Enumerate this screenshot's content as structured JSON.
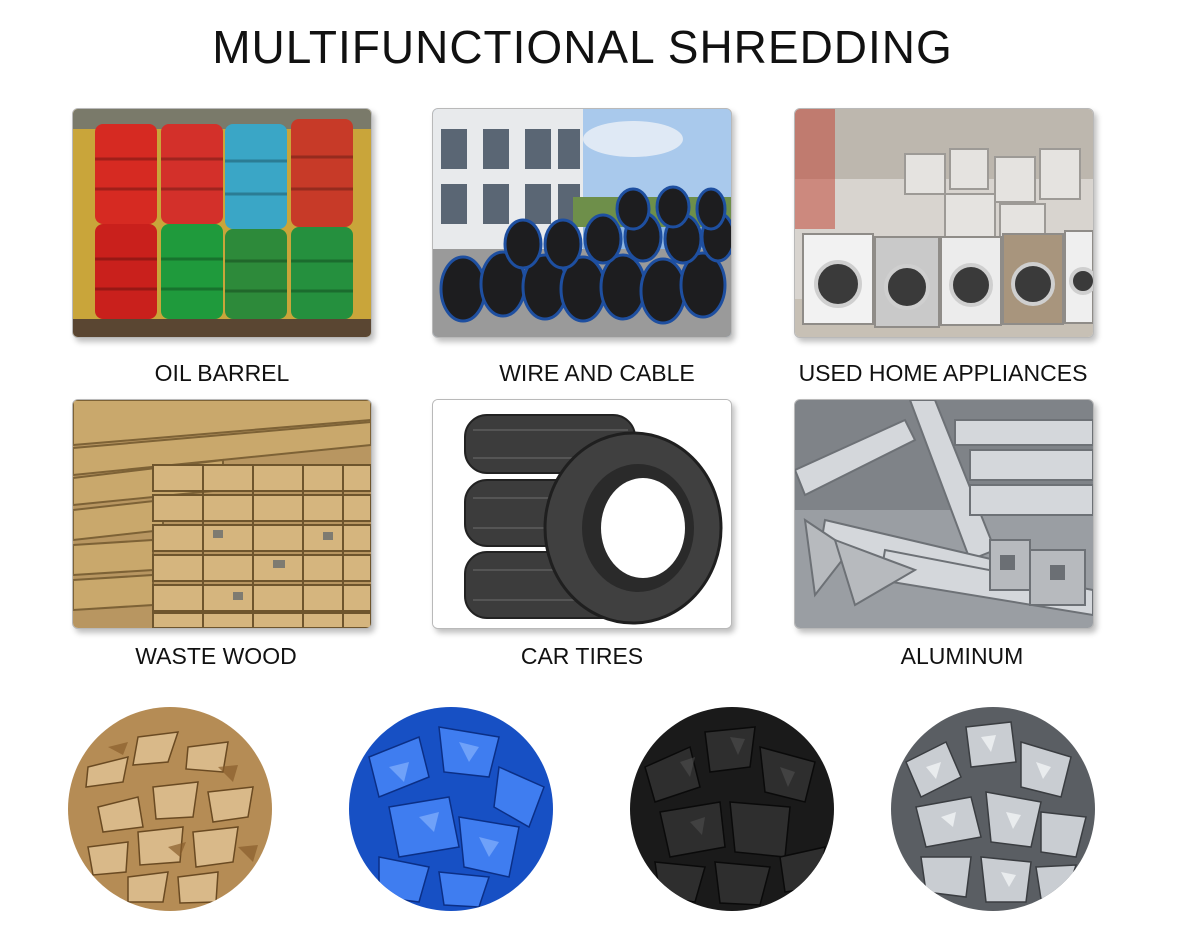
{
  "title": "MULTIFUNCTIONAL SHREDDING",
  "materials": [
    {
      "label": "OIL BARREL",
      "image": "oil-barrels-photo"
    },
    {
      "label": "WIRE AND CABLE",
      "image": "cable-reels-photo"
    },
    {
      "label": "USED HOME APPLIANCES",
      "image": "appliances-photo"
    },
    {
      "label": "WASTE WOOD",
      "image": "lumber-stack-photo"
    },
    {
      "label": "CAR TIRES",
      "image": "tires-photo"
    },
    {
      "label": "ALUMINUM",
      "image": "aluminum-profiles-photo"
    }
  ],
  "outputs": [
    {
      "image": "wood-chips-photo"
    },
    {
      "image": "blue-plastic-flakes-photo"
    },
    {
      "image": "black-rubber-shreds-photo"
    },
    {
      "image": "metal-scrap-photo"
    }
  ]
}
